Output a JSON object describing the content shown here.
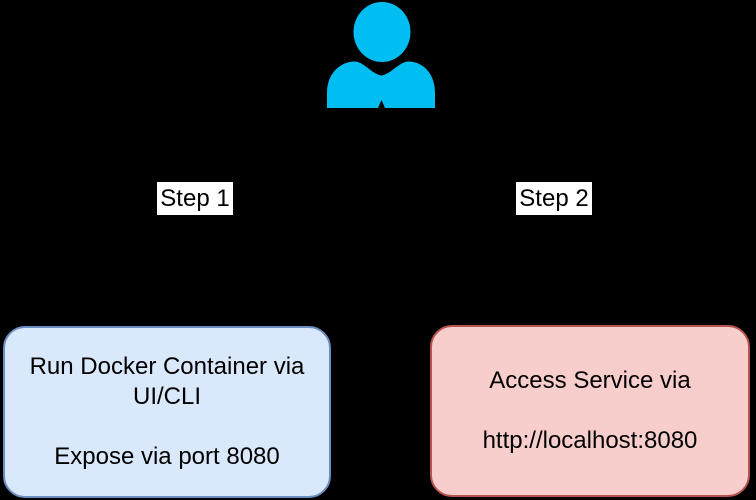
{
  "canvas": {
    "background_color": "#000000"
  },
  "person_icon": {
    "name": "user-person-icon",
    "color": "#00bef2"
  },
  "step_labels": [
    {
      "text": "Step 1",
      "background_color": "#ffffff",
      "text_color": "#000000"
    },
    {
      "text": "Step 2",
      "background_color": "#ffffff",
      "text_color": "#000000"
    }
  ],
  "boxes": {
    "docker": {
      "lines": [
        "Run Docker Container via",
        "UI/CLI",
        "",
        "Expose via port 8080"
      ],
      "fill_color": "#dae8fc",
      "border_color": "#6c8ebf",
      "text_color": "#000000"
    },
    "access": {
      "lines": [
        "Access Service via",
        "",
        "http://localhost:8080"
      ],
      "fill_color": "#f8cecc",
      "border_color": "#b85450",
      "text_color": "#000000"
    }
  }
}
